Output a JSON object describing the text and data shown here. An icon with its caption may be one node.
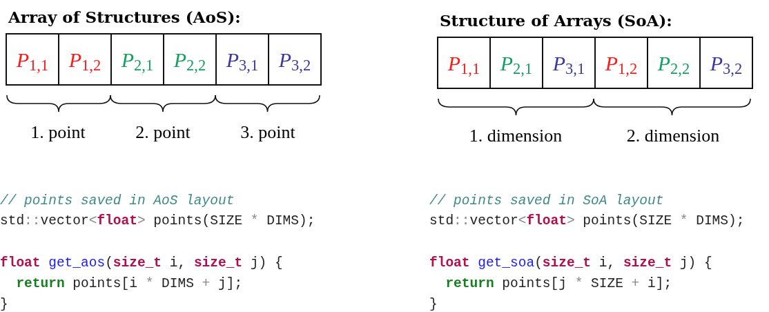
{
  "diagram": {
    "nodes": [
      {
        "text": [
          "*P*$_{1,1}$"
        ]
      },
      {
        "text": [
          "*P*$_{1,2}$"
        ]
      },
      {
        "text": [
          "*P*$_{2,1}$"
        ]
      },
      {
        "text": [
          "*P*$_{2,2}$"
        ]
      },
      {
        "text": [
          "*P*$_{3,1}$"
        ]
      },
      {
        "text": [
          "*P*$_{3,2}$"
        ]
      },
      {
        "text": [
          "*P*$_{1,1}$"
        ]
      },
      {
        "text": [
          "*P*$_{2,1}$"
        ]
      },
      {
        "text": [
          "*P*$_{3,1}$"
        ]
      },
      {
        "text": [
          "*P*$_{1,2}$"
        ]
      },
      {
        "text": [
          "*P*$_{2,2}$"
        ]
      },
      {
        "text": [
          "*P*$_{3,2}$"
        ]
      }
    ],
    "edges": [],
    "labels": [
      "Array of Structures (AoS):",
      "Structure of Arrays (SoA):",
      "1. point",
      "2. point",
      "3. point",
      "1. dimension",
      "2. dimension",
      "// points saved in AoS layout",
      "std::vector<float> points(SIZE * DIMS);",
      "float get_aos(size_t i, size_t j) {",
      "  return points[i * DIMS + j];",
      "}",
      "// points saved in SoA layout",
      "std::vector<float> points(SIZE * DIMS);",
      "float get_soa(size_t i, size_t j) {",
      "  return points[j * SIZE + i];",
      "}"
    ]
  }
}
